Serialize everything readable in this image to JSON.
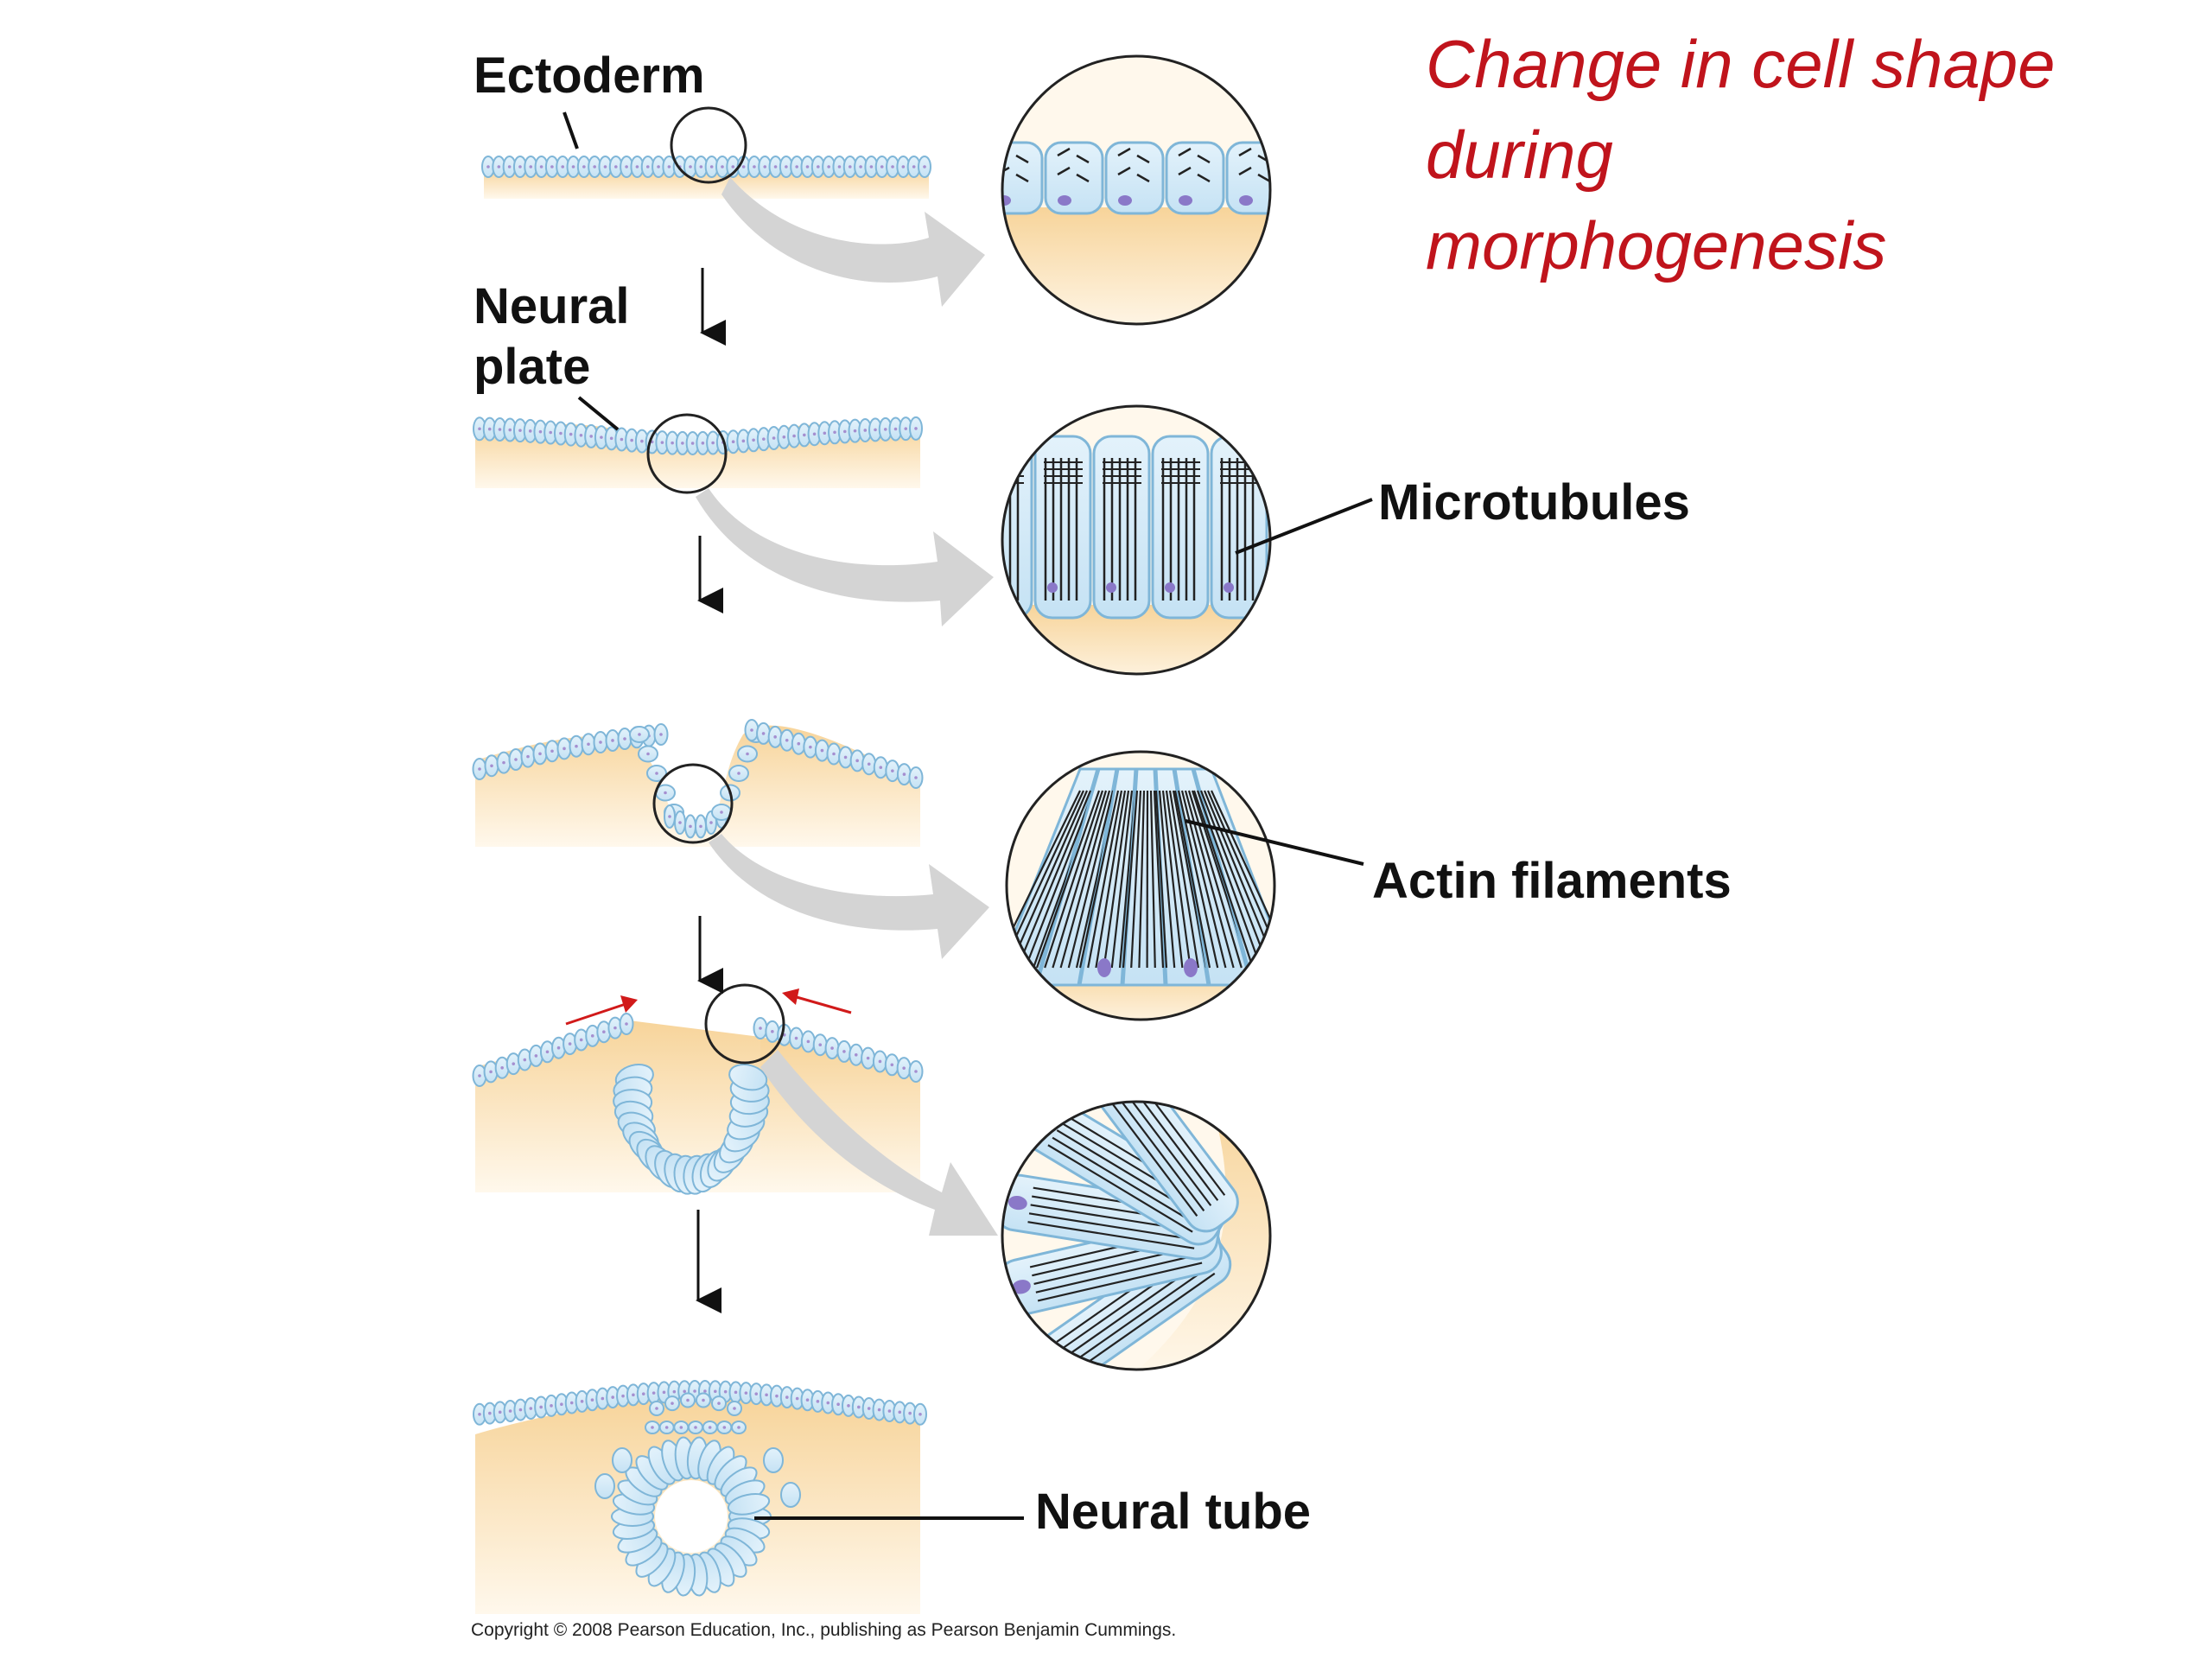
{
  "title": {
    "lines": [
      "Change in cell shape",
      "during",
      "morphogenesis"
    ]
  },
  "labels": {
    "ectoderm": "Ectoderm",
    "neural_plate_line1": "Neural",
    "neural_plate_line2": "plate",
    "microtubules": "Microtubules",
    "actin_filaments": "Actin filaments",
    "neural_tube": "Neural tube"
  },
  "copyright": "Copyright © 2008 Pearson Education, Inc., publishing as Pearson Benjamin Cummings.",
  "colors": {
    "title": "#c0141c",
    "cell_fill": "#cfe7f6",
    "cell_stroke": "#7fb6d8",
    "tissue": "#f8dcaa",
    "tissue_light": "#fff6e6",
    "nucleus": "#8a78c8",
    "zoom_arrow": "#d4d4d4",
    "red_arrow": "#d11a1a"
  }
}
